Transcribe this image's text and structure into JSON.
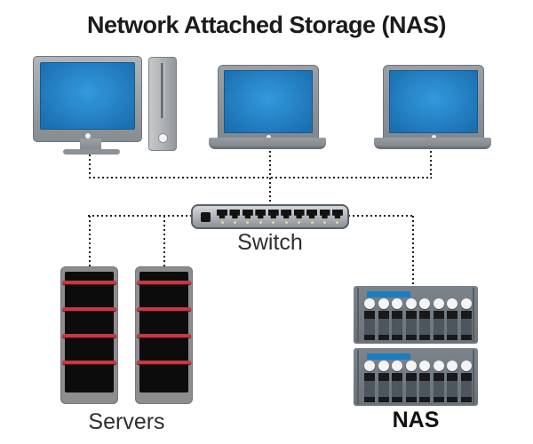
{
  "title": "Network Attached Storage (NAS)",
  "labels": {
    "switch": "Switch",
    "servers": "Servers",
    "nas": "NAS"
  },
  "devices": {
    "desktop_count": 1,
    "laptop_count": 2,
    "switch_port_count": 10,
    "server_tower_count": 2,
    "server_stripe_count": 4,
    "nas_unit_count": 2,
    "nas_bay_count": 8
  },
  "colors": {
    "screen_blue": "#2289cf",
    "server_stripe_red": "#c23a44",
    "nas_bar_blue": "#1b7ec2",
    "device_gray": "#9aa0a5",
    "connection_line": "#1f1f1f",
    "background": "#ffffff"
  }
}
